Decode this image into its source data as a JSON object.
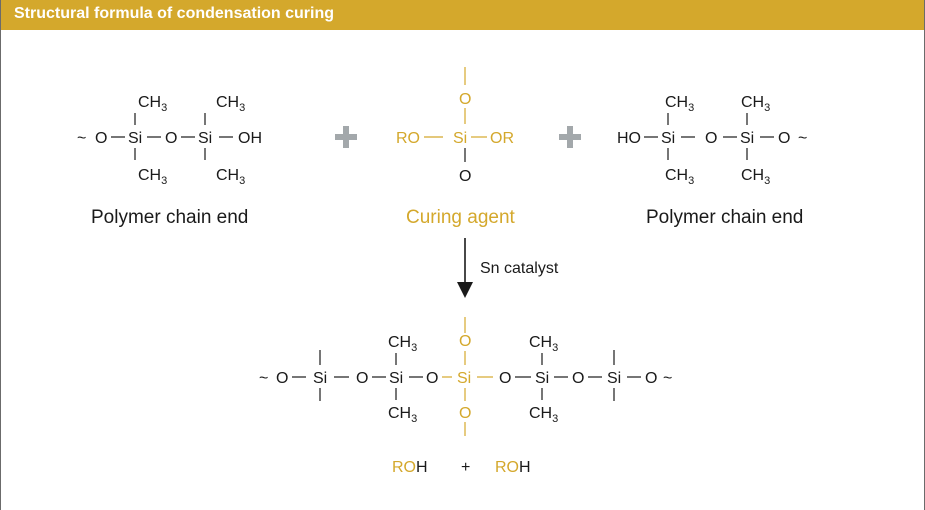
{
  "title": "Structural formula of condensation curing",
  "colors": {
    "accent": "#d4a82c",
    "text": "#1a1a1a",
    "plus": "#a3a8ab",
    "border": "#6b6b6b"
  },
  "labels": {
    "left": "Polymer chain end",
    "middle": "Curing agent",
    "right": "Polymer chain end",
    "catalyst": "Sn catalyst"
  },
  "atoms": {
    "ch3": "CH",
    "sub3": "3",
    "si": "Si",
    "o": "O",
    "oh": "OH",
    "ho": "HO",
    "ro": "RO",
    "or": "OR",
    "r_o": "RO",
    "h": "H",
    "tilde": "~",
    "plus": "+"
  }
}
